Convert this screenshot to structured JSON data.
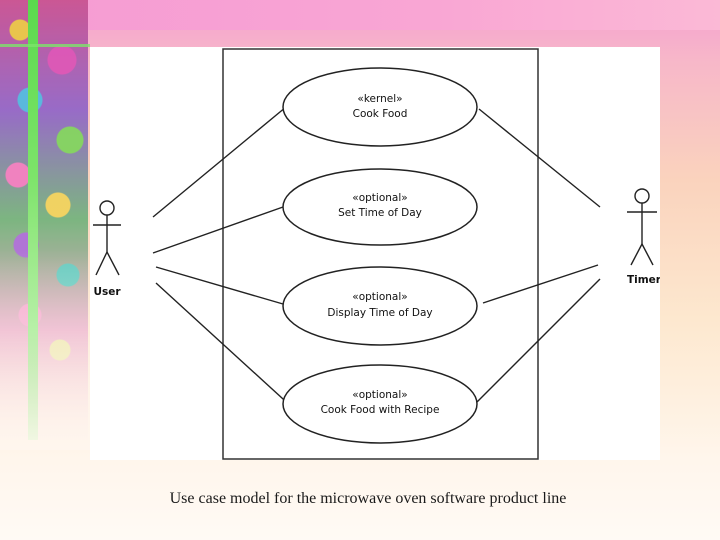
{
  "caption": "Use case model for the microwave oven software product line",
  "actors": {
    "user": "User",
    "timer": "Timer"
  },
  "use_cases": [
    {
      "stereotype": "«kernel»",
      "name": "Cook Food"
    },
    {
      "stereotype": "«optional»",
      "name": "Set Time of Day"
    },
    {
      "stereotype": "«optional»",
      "name": "Display Time of Day"
    },
    {
      "stereotype": "«optional»",
      "name": "Cook Food with Recipe"
    }
  ]
}
